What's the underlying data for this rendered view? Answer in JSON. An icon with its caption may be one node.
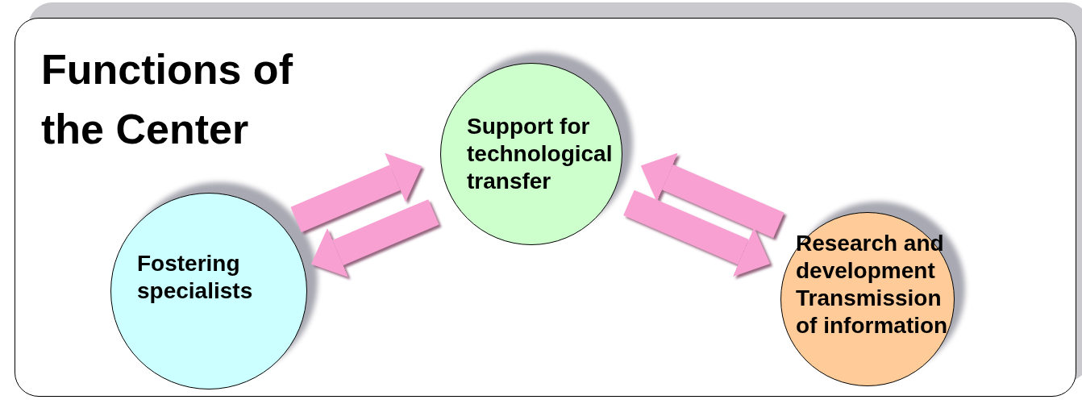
{
  "diagram": {
    "nodes": [
      {
        "text": [
          "Functions of the Center"
        ]
      },
      {
        "text": [
          "Fostering specialists"
        ],
        "in": 0
      },
      {
        "text": [
          "Support for technological transfer"
        ],
        "in": 0
      },
      {
        "text": [
          "Research and development Transmission of information"
        ],
        "in": 0
      }
    ],
    "edges": [
      {
        "from": 1,
        "to": 2,
        "arrow": "to"
      },
      {
        "from": 2,
        "to": 1,
        "arrow": "to"
      },
      {
        "from": 3,
        "to": 2,
        "arrow": "to"
      },
      {
        "from": 2,
        "to": 3,
        "arrow": "to"
      }
    ]
  }
}
